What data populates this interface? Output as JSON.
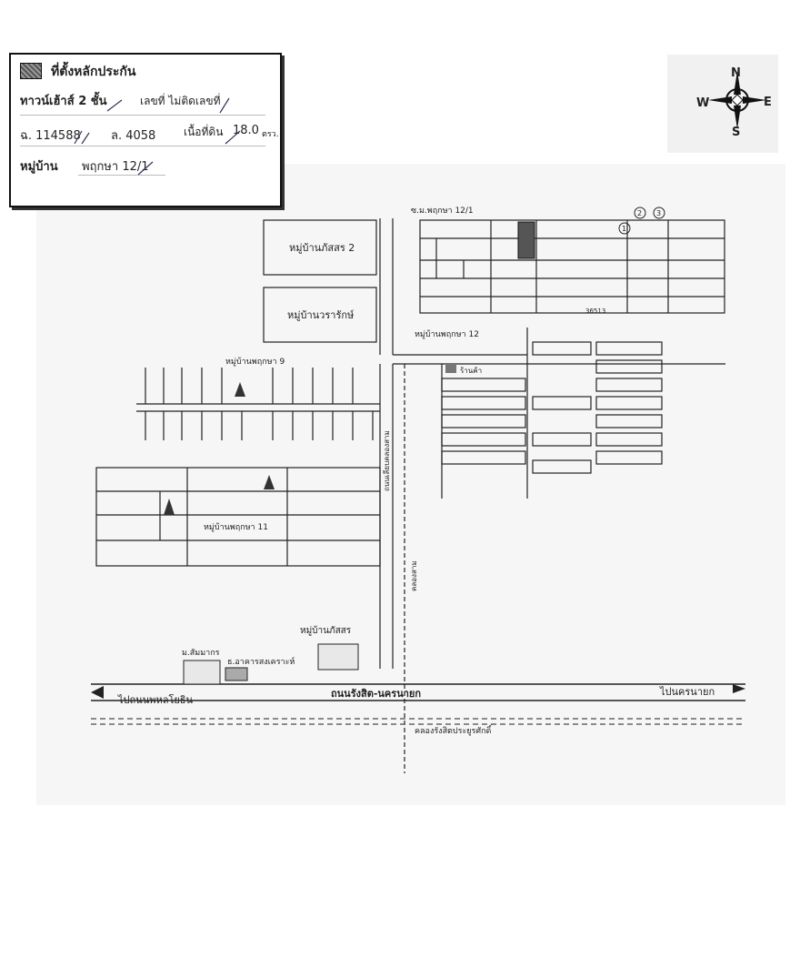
{
  "legend": {
    "heading": "ที่ตั้งหลักประกัน",
    "type": "ทาวน์เฮ้าส์ 2 ชั้น",
    "house_no": "เลขที่ ไม่ติดเลขที่",
    "deed": "ฉ. 114588",
    "land_no": "ล. 4058",
    "area_label": "เนื้อที่ดิน",
    "area_value": "18.0",
    "area_unit": "ตรว.",
    "village_label": "หมู่บ้าน",
    "village_value": "พฤกษา 12/1"
  },
  "compass": {
    "n": "N",
    "s": "S",
    "e": "E",
    "w": "W"
  },
  "map": {
    "soi_top": "ซ.ม.พฤกษา 12/1",
    "v_pattara2": "หมู่บ้านภัสสร 2",
    "v_worarak": "หมู่บ้านวรารักษ์",
    "v_pruksa12": "หมู่บ้านพฤกษา 12",
    "v_pruksa9": "หมู่บ้านพฤกษา 9",
    "v_pruksa11": "หมู่บ้านพฤกษา 11",
    "v_pattara": "หมู่บ้านภัสสร",
    "shop": "ร้านค้า",
    "school": "ม.สัมมากร",
    "bank": "ธ.อาคารสงเคราะห์",
    "canal_road": "ถนนเลียบคลองสาม",
    "canal": "คลองสาม",
    "main_road": "ถนนรังสิต-นครนายก",
    "to_left": "ไปถนนพหลโยธิน",
    "to_right": "ไปนครนายก",
    "main_canal": "คลองรังสิตประยูรศักดิ์",
    "house_no": "36513",
    "marker1": "1",
    "marker2": "2",
    "marker3": "3"
  },
  "colors": {
    "plot": "#555555",
    "line": "#222222"
  }
}
